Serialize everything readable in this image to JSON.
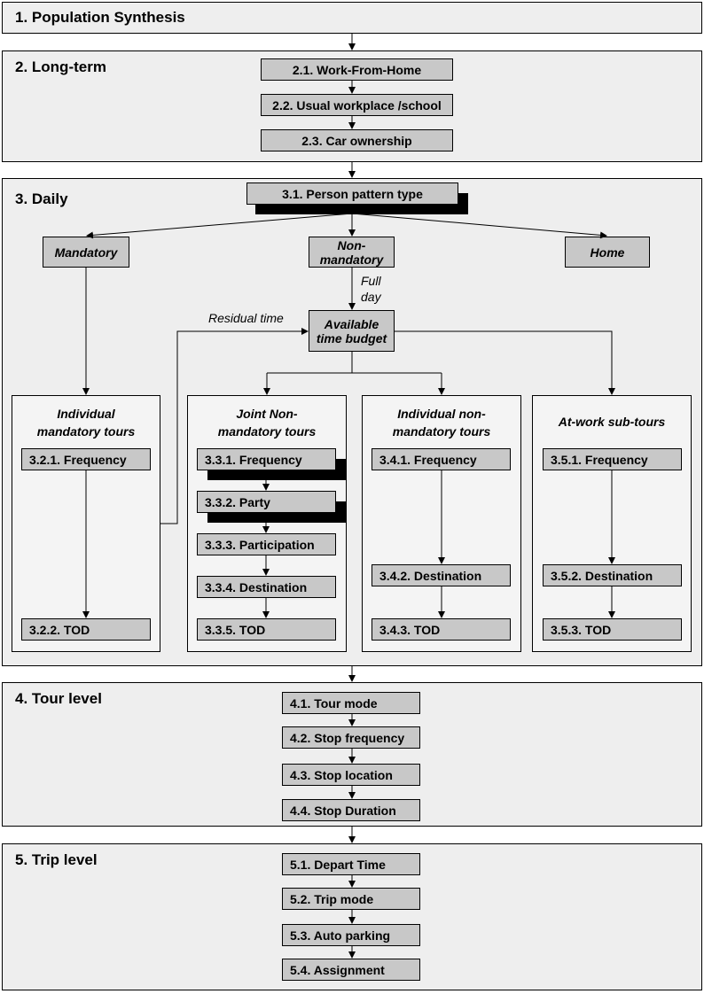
{
  "panels": {
    "p1": {
      "title": "1. Population Synthesis"
    },
    "p2": {
      "title": "2. Long-term"
    },
    "p3": {
      "title": "3. Daily"
    },
    "p4": {
      "title": "4. Tour level"
    },
    "p5": {
      "title": "5. Trip level"
    }
  },
  "long_term": {
    "b21": "2.1. Work-From-Home",
    "b22": "2.2. Usual workplace /school",
    "b23": "2.3. Car ownership"
  },
  "daily": {
    "b31": "3.1. Person pattern type",
    "mandatory": "Mandatory",
    "non_mandatory": "Non-mandatory",
    "home": "Home",
    "full_day": "Full day",
    "residual_time": "Residual time",
    "available_budget": "Available time budget",
    "sub1": {
      "title": "Individual mandatory tours",
      "b1": "3.2.1. Frequency",
      "b2": "3.2.2. TOD"
    },
    "sub2": {
      "title": "Joint Non-mandatory tours",
      "b1": "3.3.1. Frequency",
      "b2": "3.3.2. Party",
      "b3": "3.3.3. Participation",
      "b4": "3.3.4. Destination",
      "b5": "3.3.5. TOD"
    },
    "sub3": {
      "title": "Individual non-mandatory tours",
      "b1": "3.4.1. Frequency",
      "b2": "3.4.2. Destination",
      "b3": "3.4.3. TOD"
    },
    "sub4": {
      "title": "At-work sub-tours",
      "b1": "3.5.1. Frequency",
      "b2": "3.5.2. Destination",
      "b3": "3.5.3. TOD"
    }
  },
  "tour_level": {
    "b41": "4.1. Tour mode",
    "b42": "4.2. Stop frequency",
    "b43": "4.3. Stop location",
    "b44": "4.4. Stop Duration"
  },
  "trip_level": {
    "b51": "5.1. Depart Time",
    "b52": "5.2. Trip mode",
    "b53": "5.3. Auto parking",
    "b54": "5.4. Assignment"
  }
}
